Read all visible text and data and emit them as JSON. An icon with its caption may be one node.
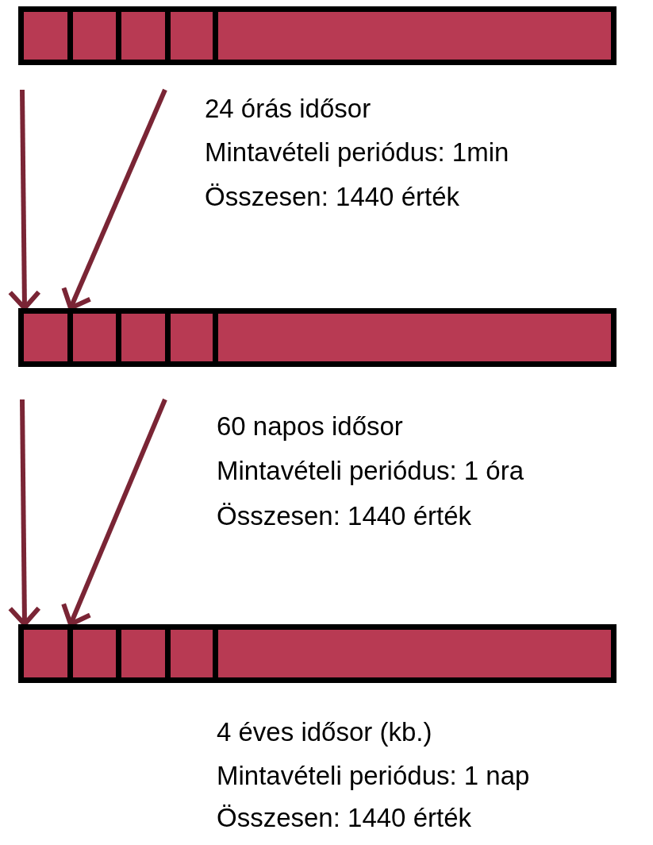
{
  "diagram": {
    "nodes": [
      {
        "text": [],
        "shape": "bar"
      },
      {
        "text": [],
        "shape": "box",
        "in": 0
      },
      {
        "text": [],
        "shape": "box",
        "in": 0
      },
      {
        "text": [],
        "shape": "box",
        "in": 0
      },
      {
        "text": [],
        "shape": "box",
        "in": 0
      },
      {
        "text": [],
        "shape": "box",
        "in": 0
      },
      {
        "text": [],
        "shape": "bar"
      },
      {
        "text": [],
        "shape": "box",
        "in": 6
      },
      {
        "text": [],
        "shape": "box",
        "in": 6
      },
      {
        "text": [],
        "shape": "box",
        "in": 6
      },
      {
        "text": [],
        "shape": "box",
        "in": 6
      },
      {
        "text": [],
        "shape": "box",
        "in": 6
      },
      {
        "text": [],
        "shape": "bar"
      },
      {
        "text": [],
        "shape": "box",
        "in": 12
      },
      {
        "text": [],
        "shape": "box",
        "in": 12
      },
      {
        "text": [],
        "shape": "box",
        "in": 12
      },
      {
        "text": [],
        "shape": "box",
        "in": 12
      },
      {
        "text": [],
        "shape": "box",
        "in": 12
      }
    ],
    "edges": [
      {
        "from": null,
        "to": 7,
        "arrow": "to"
      },
      {
        "from": null,
        "to": 7,
        "arrow": "to"
      },
      {
        "from": null,
        "to": 13,
        "arrow": "to"
      },
      {
        "from": null,
        "to": 13,
        "arrow": "to"
      }
    ],
    "labels": [
      "24 órás idősor",
      "Mintavételi periódus: 1min",
      "Összesen: 1440 érték",
      "60 napos idősor",
      "Mintavételi periódus: 1 óra",
      "Összesen: 1440 érték",
      "4 éves idősor (kb.)",
      "Mintavételi periódus: 1 nap",
      "Összesen: 1440 érték"
    ]
  }
}
